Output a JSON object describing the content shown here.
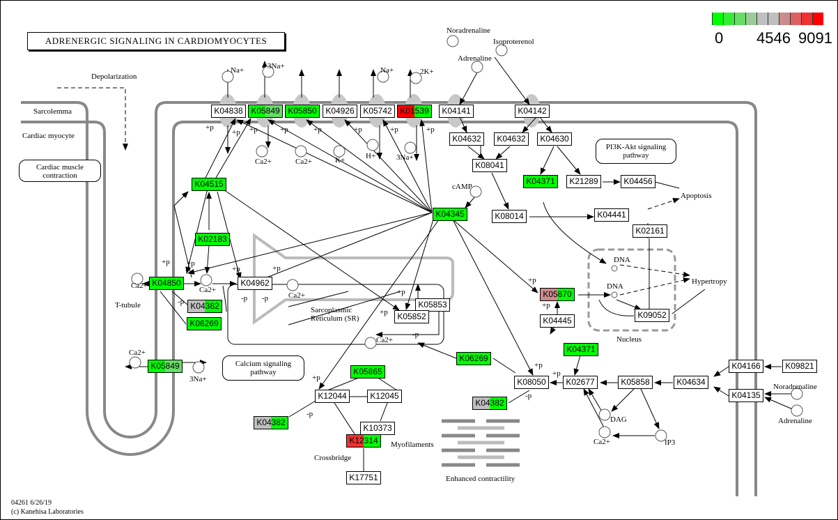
{
  "title": "ADRENERGIC SIGNALING IN CARDIOMYOCYTES",
  "legend": {
    "min": "0",
    "mid": "4546",
    "max": "9091",
    "colors": [
      "#00ff00",
      "#33ee33",
      "#66dd66",
      "#99cc99",
      "#bfbfbf",
      "#bfbfbf",
      "#cc8c8c",
      "#dd6060",
      "#ee3333",
      "#ff0000"
    ]
  },
  "nodes": [
    {
      "label": "K04838",
      "fill": [
        "#ffffff"
      ]
    },
    {
      "label": "K05849",
      "fill": [
        "#00ff00",
        "#66dd66"
      ]
    },
    {
      "label": "K05850",
      "fill": [
        "#00ff00"
      ]
    },
    {
      "label": "K04926",
      "fill": [
        "#ffffff"
      ]
    },
    {
      "label": "K05742",
      "fill": [
        "#ffffff"
      ]
    },
    {
      "label": "K01539",
      "fill": [
        "#ff0000",
        "#00ff00"
      ]
    },
    {
      "label": "K04141",
      "fill": [
        "#ffffff"
      ]
    },
    {
      "label": "K04142",
      "fill": [
        "#ffffff"
      ]
    },
    {
      "label": "K04632",
      "fill": [
        "#ffffff"
      ]
    },
    {
      "label": "K04632",
      "fill": [
        "#ffffff"
      ]
    },
    {
      "label": "K04630",
      "fill": [
        "#ffffff"
      ]
    },
    {
      "label": "K08041",
      "fill": [
        "#ffffff"
      ]
    },
    {
      "label": "K04371",
      "fill": [
        "#00ff00"
      ]
    },
    {
      "label": "K21289",
      "fill": [
        "#ffffff"
      ]
    },
    {
      "label": "K04456",
      "fill": [
        "#ffffff"
      ]
    },
    {
      "label": "K04515",
      "fill": [
        "#00ff00"
      ]
    },
    {
      "label": "K04345",
      "fill": [
        "#00ff00"
      ]
    },
    {
      "label": "K08014",
      "fill": [
        "#ffffff"
      ]
    },
    {
      "label": "K04441",
      "fill": [
        "#ffffff"
      ]
    },
    {
      "label": "K02161",
      "fill": [
        "#ffffff"
      ]
    },
    {
      "label": "K02183",
      "fill": [
        "#00ff00"
      ]
    },
    {
      "label": "K04850",
      "fill": [
        "#00ff00"
      ]
    },
    {
      "label": "K04962",
      "fill": [
        "#ffffff"
      ]
    },
    {
      "label": "K04382",
      "fill": [
        "#bfbfbf",
        "#00ff00"
      ]
    },
    {
      "label": "K06269",
      "fill": [
        "#00ff00"
      ]
    },
    {
      "label": "K05870",
      "fill": [
        "#cc8c8c",
        "#00ff00"
      ]
    },
    {
      "label": "K05853",
      "fill": [
        "#ffffff"
      ]
    },
    {
      "label": "K05852",
      "fill": [
        "#ffffff"
      ]
    },
    {
      "label": "K04445",
      "fill": [
        "#ffffff"
      ]
    },
    {
      "label": "K09052",
      "fill": [
        "#ffffff"
      ]
    },
    {
      "label": "K04371",
      "fill": [
        "#00ff00"
      ]
    },
    {
      "label": "K06269",
      "fill": [
        "#00ff00"
      ]
    },
    {
      "label": "K05849",
      "fill": [
        "#00ff00",
        "#66dd66"
      ]
    },
    {
      "label": "K04166",
      "fill": [
        "#ffffff"
      ]
    },
    {
      "label": "K09821",
      "fill": [
        "#ffffff"
      ]
    },
    {
      "label": "K05865",
      "fill": [
        "#00ff00"
      ]
    },
    {
      "label": "K08050",
      "fill": [
        "#ffffff"
      ]
    },
    {
      "label": "K02677",
      "fill": [
        "#ffffff"
      ]
    },
    {
      "label": "K05858",
      "fill": [
        "#ffffff"
      ]
    },
    {
      "label": "K04634",
      "fill": [
        "#ffffff"
      ]
    },
    {
      "label": "K04135",
      "fill": [
        "#ffffff"
      ]
    },
    {
      "label": "K12044",
      "fill": [
        "#ffffff"
      ]
    },
    {
      "label": "K12045",
      "fill": [
        "#ffffff"
      ]
    },
    {
      "label": "K04382",
      "fill": [
        "#bfbfbf",
        "#00ff00"
      ]
    },
    {
      "label": "K04382",
      "fill": [
        "#bfbfbf",
        "#00ff00"
      ]
    },
    {
      "label": "K10373",
      "fill": [
        "#ffffff"
      ]
    },
    {
      "label": "K12314",
      "fill": [
        "#ee3333",
        "#00ff00"
      ]
    },
    {
      "label": "K17751",
      "fill": [
        "#ffffff"
      ]
    }
  ],
  "labels": {
    "depolarization": "Depolarization",
    "sarcolemma": "Sarcolemma",
    "cardiac_myocyte": "Cardiac myocyte",
    "noradrenaline_top": "Noradrenaline",
    "isoproterenol": "Isoproterenol",
    "adrenaline_top": "Adrenaline",
    "camp": "cAMP",
    "apoptosis": "Apoptosis",
    "dna": "DNA",
    "hypertropy": "Hypertropy",
    "nucleus": "Nucleus",
    "t_tubule": "T-tubule",
    "sr_line1": "Sarcoplasmic",
    "sr_line2": "Reticulum (SR)",
    "myofilaments": "Myofilaments",
    "crossbridge": "Crossbridge",
    "enhanced_contractility": "Enhanced contractility",
    "dag": "DAG",
    "ip3": "IP3",
    "noradrenaline_right": "Noradrenaline",
    "adrenaline_right": "Adrenaline",
    "plus_p": "+p",
    "minus_p": "-p"
  },
  "ions": {
    "na": "Na+",
    "three_na": "3Na+",
    "two_k": "2K+",
    "ca": "Ca2+",
    "k": "K+",
    "h": "H+"
  },
  "pathway_boxes": {
    "cardiac_muscle": "Cardiac muscle contraction",
    "pi3k": "PI3K-Akt signaling pathway",
    "calcium": "Calcium signaling pathway"
  },
  "footer": {
    "id_date": "04261 6/26/19",
    "copyright": "(c) Kanehisa Laboratories"
  }
}
